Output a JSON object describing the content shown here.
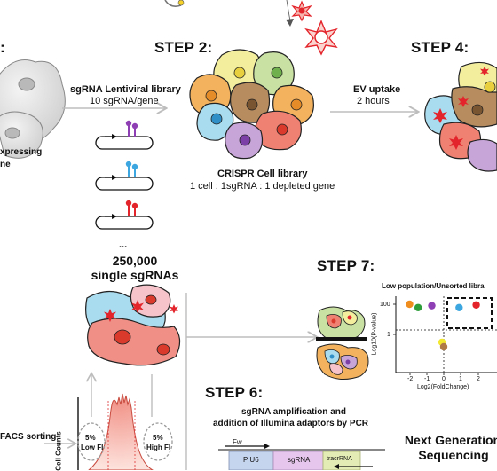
{
  "step1_text": {
    "line1": "xpressing",
    "line2": "ne",
    "heading_frag": ":"
  },
  "step2": {
    "title": "STEP 2:",
    "arrow_label_1": "sgRNA Lentiviral library",
    "arrow_label_2": "10 sgRNA/gene",
    "library_title": "CRISPR Cell library",
    "library_desc": "1 cell : 1sgRNA : 1 depleted gene",
    "ellipsis": "...",
    "count": "250,000",
    "count_label": "single sgRNAs"
  },
  "step4": {
    "title": "STEP 4:",
    "arrow_label_1": "EV uptake",
    "arrow_label_2": "2 hours"
  },
  "step7": {
    "title": "STEP 7:",
    "plot_title": "Low population/Unsorted libra",
    "ylabel": "Log10(P-value)",
    "xlabel": "Log2(FoldChange)",
    "yticks": [
      "100",
      "1"
    ],
    "xticks": [
      "-2",
      "-1",
      "0",
      "1",
      "2"
    ]
  },
  "step6": {
    "title": "STEP 6:",
    "desc_1": "sgRNA amplification and",
    "desc_2": "addition of Illumina adaptors by PCR",
    "primer": "Fw",
    "segments": [
      "P U6",
      "sgRNA",
      "tracrRNA"
    ]
  },
  "sorting": {
    "label": "FACS sorting",
    "yaxis": "Cell Counts",
    "low_pct": "5%",
    "low_label": "Low FI",
    "high_pct": "5%",
    "high_label": "High FI"
  },
  "ngs": {
    "line1": "Next Generation",
    "line2": "Sequencing"
  },
  "colors": {
    "yellow": "#f3ee9e",
    "green": "#c9e2a3",
    "orange": "#f2b25e",
    "brown": "#b78d60",
    "red": "#ef8172",
    "blue": "#a9dcef",
    "purple": "#c7a5d9",
    "pink": "#f4b9c5",
    "accent_red": "#e3242b",
    "arrow_gray": "#bdbdbd"
  },
  "chart_data": {
    "type": "scatter",
    "title": "Low population/Unsorted libra",
    "xlabel": "Log2(FoldChange)",
    "ylabel": "Log10(P-value)",
    "series": [
      {
        "points": [
          {
            "x": -2.0,
            "y": 100,
            "color": "#f08d1f"
          },
          {
            "x": -1.5,
            "y": 60,
            "color": "#2e9e3b"
          },
          {
            "x": -0.7,
            "y": 80,
            "color": "#8f3fb4"
          },
          {
            "x": 0.9,
            "y": 60,
            "color": "#3ca6e0"
          },
          {
            "x": 1.9,
            "y": 90,
            "color": "#e3242b"
          },
          {
            "x": -0.1,
            "y": 0.3,
            "color": "#f2e832"
          },
          {
            "x": 0.0,
            "y": 0.15,
            "color": "#b07a47"
          }
        ]
      }
    ]
  }
}
